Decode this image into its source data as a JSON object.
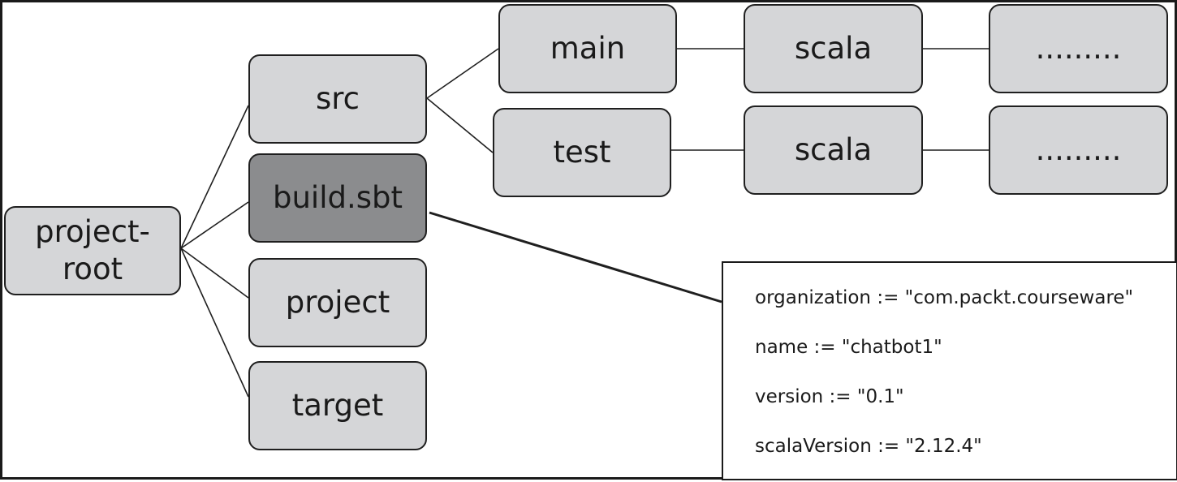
{
  "root": {
    "label_line1": "project-",
    "label_line2": "root"
  },
  "level1": {
    "src": "src",
    "build": "build.sbt",
    "project": "project",
    "target": "target"
  },
  "level2": {
    "main": "main",
    "test": "test"
  },
  "level3": {
    "scala_main": "scala",
    "scala_test": "scala"
  },
  "level4": {
    "dots_main": ".........",
    "dots_test": "........."
  },
  "build_settings": [
    "organization := \"com.packt.courseware\"",
    "name := \"chatbot1\"",
    "version := \"0.1\"",
    "scalaVersion := \"2.12.4\""
  ],
  "colors": {
    "node_fill": "#d5d6d8",
    "highlight_fill": "#8b8c8e",
    "stroke": "#1f1f1f"
  }
}
